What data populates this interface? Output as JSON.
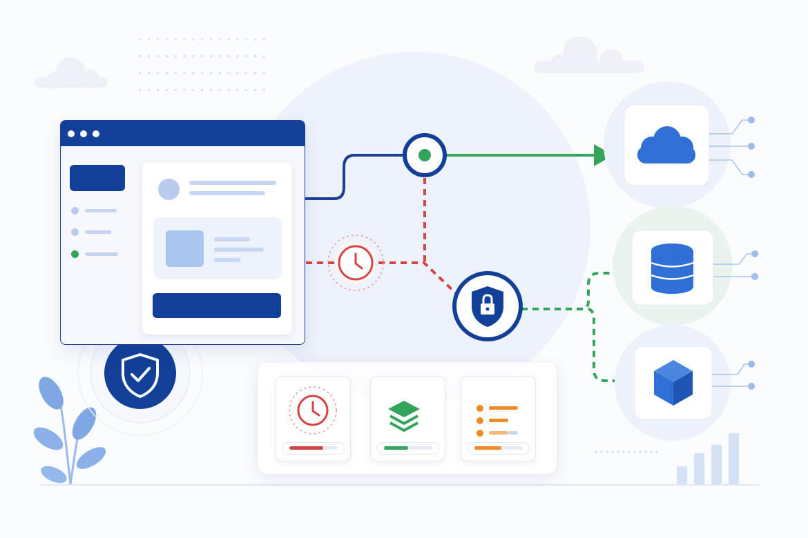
{
  "colors": {
    "brand_navy": "#123f97",
    "primary_blue": "#2f6fd6",
    "success_green": "#32a55b",
    "alert_red": "#d44545",
    "warning_orange": "#f08a24",
    "light_blue": "#b8cbef",
    "background": "#fbfcfe"
  },
  "browser_window": {
    "titlebar_icons": [
      "window-dot",
      "window-dot",
      "window-dot"
    ],
    "sidebar": {
      "button_icon": "menu-block",
      "active_item_color": "#32a55b"
    }
  },
  "flow": {
    "primary_connector_color": "#1b3f96",
    "success_path_color": "#32a55b",
    "pending_path_color": "#d44545",
    "nodes": [
      "hub-node-icon",
      "clock-icon",
      "shield-lock-icon",
      "shield-check-icon"
    ]
  },
  "destinations": [
    {
      "name": "cloud",
      "icon": "cloud-icon"
    },
    {
      "name": "database",
      "icon": "database-icon"
    },
    {
      "name": "package",
      "icon": "cube-icon"
    }
  ],
  "status_tiles": [
    {
      "icon": "clock-icon",
      "color": "#d44545",
      "progress": 0.7
    },
    {
      "icon": "layers-icon",
      "color": "#32a55b",
      "progress": 0.5
    },
    {
      "icon": "list-icon",
      "color": "#f08a24",
      "progress": 0.55
    }
  ]
}
